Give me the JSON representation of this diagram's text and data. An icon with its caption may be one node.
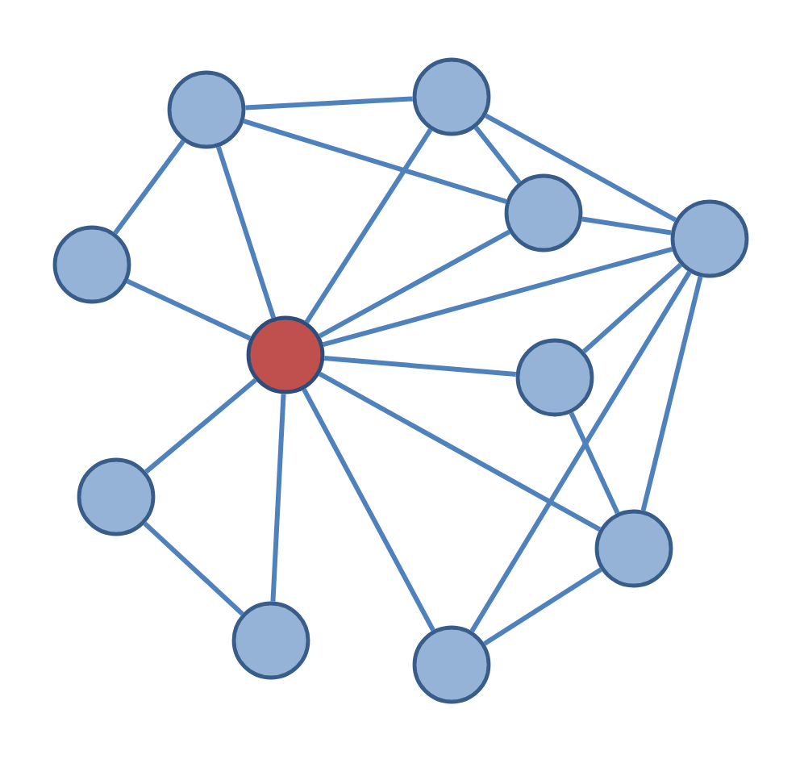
{
  "diagram": {
    "nodes": [
      {
        "text": [],
        "shape": "circle"
      },
      {
        "text": [],
        "shape": "circle"
      },
      {
        "text": [],
        "shape": "circle"
      },
      {
        "text": [],
        "shape": "circle"
      },
      {
        "text": [],
        "shape": "circle"
      },
      {
        "text": [],
        "shape": "circle"
      },
      {
        "text": [],
        "shape": "circle"
      },
      {
        "text": [],
        "shape": "circle"
      },
      {
        "text": [],
        "shape": "circle"
      },
      {
        "text": [],
        "shape": "circle"
      },
      {
        "text": [],
        "shape": "circle"
      }
    ],
    "edges": [
      {
        "from": 1,
        "to": 2,
        "arrow": "none"
      },
      {
        "from": 1,
        "to": 3,
        "arrow": "none"
      },
      {
        "from": 1,
        "to": 0,
        "arrow": "none"
      },
      {
        "from": 1,
        "to": 4,
        "arrow": "none"
      },
      {
        "from": 2,
        "to": 0,
        "arrow": "none"
      },
      {
        "from": 2,
        "to": 4,
        "arrow": "none"
      },
      {
        "from": 2,
        "to": 5,
        "arrow": "none"
      },
      {
        "from": 3,
        "to": 0,
        "arrow": "none"
      },
      {
        "from": 4,
        "to": 5,
        "arrow": "none"
      },
      {
        "from": 4,
        "to": 0,
        "arrow": "none"
      },
      {
        "from": 5,
        "to": 0,
        "arrow": "none"
      },
      {
        "from": 5,
        "to": 6,
        "arrow": "none"
      },
      {
        "from": 5,
        "to": 10,
        "arrow": "none"
      },
      {
        "from": 5,
        "to": 8,
        "arrow": "none"
      },
      {
        "from": 6,
        "to": 0,
        "arrow": "none"
      },
      {
        "from": 6,
        "to": 8,
        "arrow": "none"
      },
      {
        "from": 7,
        "to": 0,
        "arrow": "none"
      },
      {
        "from": 7,
        "to": 9,
        "arrow": "none"
      },
      {
        "from": 9,
        "to": 0,
        "arrow": "none"
      },
      {
        "from": 10,
        "to": 0,
        "arrow": "none"
      },
      {
        "from": 8,
        "to": 0,
        "arrow": "none"
      },
      {
        "from": 10,
        "to": 8,
        "arrow": "none"
      }
    ]
  }
}
